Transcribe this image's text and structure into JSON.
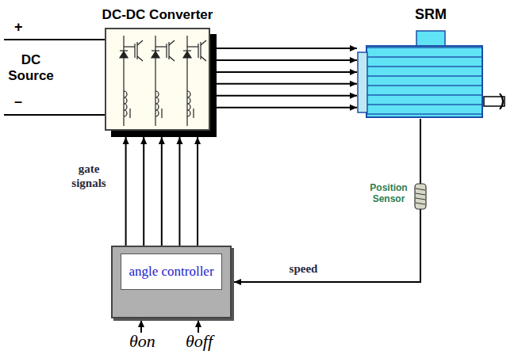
{
  "diagram": {
    "nodes": [
      {
        "text": [
          "DC-DC Converter"
        ]
      },
      {
        "text": [
          "SRM"
        ]
      },
      {
        "text": [
          "angle controller"
        ]
      }
    ],
    "edges": [
      {
        "from": 0,
        "to": 1,
        "arrow": "to"
      },
      {
        "from": 0,
        "to": 1,
        "arrow": "to"
      },
      {
        "from": 0,
        "to": 1,
        "arrow": "to"
      },
      {
        "from": 0,
        "to": 1,
        "arrow": "to"
      },
      {
        "from": 0,
        "to": 1,
        "arrow": "to"
      },
      {
        "from": 0,
        "to": 1,
        "arrow": "to"
      },
      {
        "from": 2,
        "to": 0,
        "arrow": "to"
      },
      {
        "from": 2,
        "to": 0,
        "arrow": "to"
      },
      {
        "from": 2,
        "to": 0,
        "arrow": "to"
      },
      {
        "from": 2,
        "to": 0,
        "arrow": "to"
      },
      {
        "from": 2,
        "to": 0,
        "arrow": "to"
      },
      {
        "from": 1,
        "to": 2,
        "label": "speed",
        "arrow": "to"
      }
    ],
    "labels": [
      "+",
      "DC Source",
      "–",
      "gate signals",
      "Position Sensor",
      "θon",
      "θoff"
    ]
  }
}
